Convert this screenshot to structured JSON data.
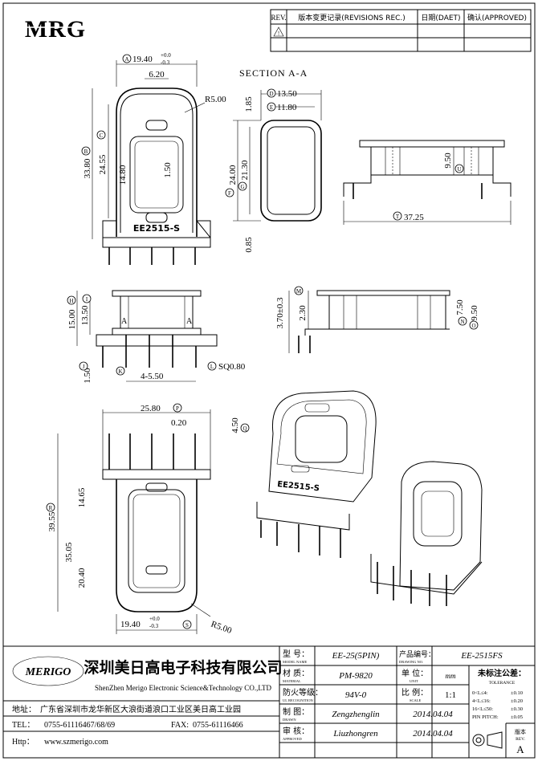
{
  "header": {
    "logo": "MRG",
    "rev_label": "REV.",
    "record_label": "版本变更记录(REVISIONS REC.)",
    "date_label": "日期(DAET)",
    "confirm_label": "确认(APPROVED)"
  },
  "views": {
    "section_label": "SECTION A-A",
    "top_view": {
      "dim_a": "19.40",
      "tol_plus": "+0.0",
      "tol_minus": "-0.3",
      "dim_620": "6.20",
      "radius": "R5.00",
      "dim_b": "33.80",
      "dim_c": "24.55",
      "dim_1480": "14.80",
      "dim_150": "1.50",
      "part_mark": "EE2515-S"
    },
    "section_view": {
      "dim_d": "13.50",
      "dim_e": "11.80",
      "dim_185": "1.85",
      "dim_f": "24.00",
      "dim_g": "21.30",
      "dim_085": "0.85"
    },
    "right_view": {
      "dim_u": "9.50",
      "dim_t": "37.25"
    },
    "front_view": {
      "dim_h": "15.00",
      "dim_i": "13.50",
      "dim_j": "1.50",
      "dim_k": "4-5.50",
      "dim_l": "SQ0.80",
      "section_mark": "A"
    },
    "side_view": {
      "dim_m": "2.30",
      "dim_n": "3.70±0.3",
      "dim_o": "7.50",
      "dim_p": "9.50"
    },
    "bottom_view": {
      "dim_p": "25.80",
      "dim_020": "0.20",
      "dim_q": "4.50",
      "dim_r": "39.55",
      "dim_1465": "14.65",
      "dim_3505": "35.05",
      "dim_2040": "20.40",
      "dim_s": "19.40",
      "radius": "R5.00"
    },
    "iso_mark": "EE2515-S"
  },
  "title_block": {
    "company_cn": "深圳美日高电子科技有限公司",
    "company_en": "ShenZhen Merigo Electronic Science&Technology CO.,LTD",
    "brand": "MERIGO",
    "address_label": "地址：",
    "address": "广东省深圳市龙华新区大浪街道浪口工业区美日高工业园",
    "tel_label": "TEL：",
    "tel": "0755-61116467/68/69",
    "fax_label": "FAX:",
    "fax": "0755-61116466",
    "http_label": "Http：",
    "website": "www.szmerigo.com",
    "model_label": "型  号：",
    "model_label_en": "MODEL NAME",
    "model": "EE-25(5PIN)",
    "drawing_no_label": "产品编号：",
    "drawing_no_label_en": "DRAWING NO.",
    "drawing_no": "EE-2515FS",
    "material_label": "材  质：",
    "material_label_en": "MATERIAL",
    "material": "PM-9820",
    "unit_label": "单  位：",
    "unit_label_en": "UNIT",
    "unit": "mm",
    "flame_label": "防火等级：",
    "flame_label_en": "UL RECOGNITION",
    "flame": "94V-0",
    "scale_label": "比  例：",
    "scale_label_en": "SCALE",
    "scale": "1:1",
    "drawn_label": "制  图：",
    "drawn_label_en": "DRAWN",
    "drawn_by": "Zengzhenglin",
    "drawn_date": "2014.04.04",
    "approved_label": "审  核：",
    "approved_label_en": "APPROVED",
    "approved_by": "Liuzhongren",
    "approved_date": "2014.04.04",
    "tolerance_title": "未标注公差：",
    "tolerance_en": "TOLERANCE",
    "tolerances": [
      {
        "range": "0<L≤4:",
        "value": "±0.10"
      },
      {
        "range": "4<L≤16:",
        "value": "±0.20"
      },
      {
        "range": "16<L≤50:",
        "value": "±0.30"
      },
      {
        "range": "PIN PITCH:",
        "value": "±0.05"
      }
    ],
    "version_label": "版本",
    "version_label_en": "REV.",
    "version": "A"
  }
}
